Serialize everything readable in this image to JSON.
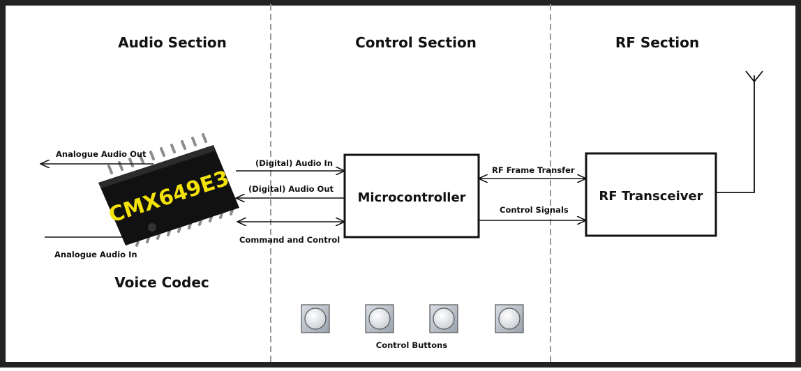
{
  "sections": {
    "audio": "Audio Section",
    "control": "Control Section",
    "rf": "RF Section"
  },
  "codec": {
    "chip_marking": "CMX649E3",
    "title": "Voice Codec",
    "analogue_out": "Analogue Audio Out",
    "analogue_in": "Analogue Audio In"
  },
  "signals": {
    "digital_audio_in": "(Digital) Audio In",
    "digital_audio_out": "(Digital) Audio Out",
    "command_control": "Command and Control",
    "rf_frame_transfer": "RF Frame Transfer",
    "control_signals": "Control Signals"
  },
  "blocks": {
    "microcontroller": "Microcontroller",
    "rf_transceiver": "RF Transceiver"
  },
  "buttons": {
    "caption": "Control Buttons",
    "count": 4
  }
}
